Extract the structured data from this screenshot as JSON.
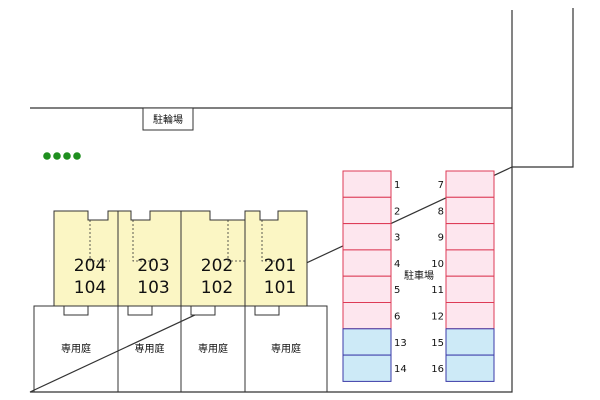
{
  "colors": {
    "outline": "#333333",
    "unit_fill": "#fbf6c4",
    "parking_pink_fill": "#fde6ee",
    "parking_pink_stroke": "#dd3a55",
    "parking_blue_fill": "#cdeaf7",
    "parking_blue_stroke": "#3a3aa8",
    "tree": "#1f8f1f"
  },
  "labels": {
    "bicycle_parking": "駐輪場",
    "parking_lot": "駐車場"
  },
  "units": [
    {
      "upper": "204",
      "lower": "104"
    },
    {
      "upper": "203",
      "lower": "103"
    },
    {
      "upper": "202",
      "lower": "102"
    },
    {
      "upper": "201",
      "lower": "101"
    }
  ],
  "private_gardens": [
    "専用庭",
    "専用庭",
    "専用庭",
    "専用庭"
  ],
  "parking": {
    "left_column": [
      "1",
      "2",
      "3",
      "4",
      "5",
      "6",
      "13",
      "14"
    ],
    "right_column": [
      "7",
      "8",
      "9",
      "10",
      "11",
      "12",
      "15",
      "16"
    ]
  },
  "trees": {
    "count": 4
  }
}
